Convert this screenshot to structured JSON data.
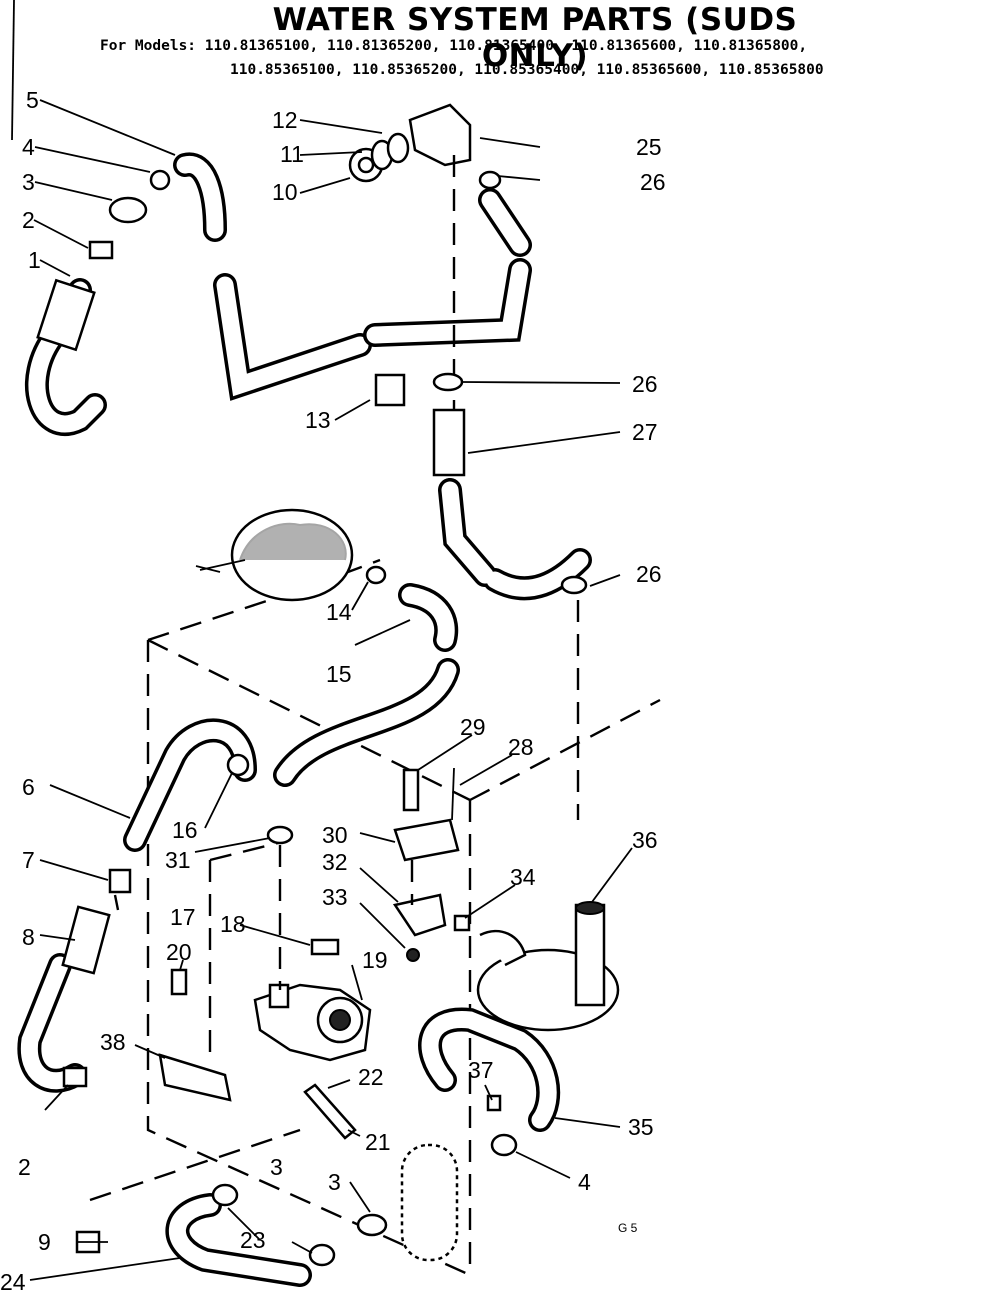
{
  "title": "WATER SYSTEM PARTS (SUDS ONLY)",
  "models_line1": "For Models: 110.81365100, 110.81365200, 110.81365400, 110.81365600, 110.81365800,",
  "models_line2": "110.85365100, 110.85365200, 110.85365400, 110.85365600, 110.85365800",
  "corner_mark": "G 5",
  "callouts": [
    "1",
    "2",
    "3",
    "4",
    "5",
    "6",
    "7",
    "8",
    "9",
    "10",
    "11",
    "12",
    "13",
    "14",
    "15",
    "16",
    "17",
    "18",
    "19",
    "20",
    "21",
    "22",
    "23",
    "24",
    "25",
    "26",
    "27",
    "28",
    "29",
    "30",
    "31",
    "32",
    "33",
    "34",
    "35",
    "36",
    "37",
    "38"
  ],
  "extra_callouts": {
    "2b": "2",
    "3b": "3",
    "4b": "4",
    "26b": "26",
    "26c": "26"
  }
}
